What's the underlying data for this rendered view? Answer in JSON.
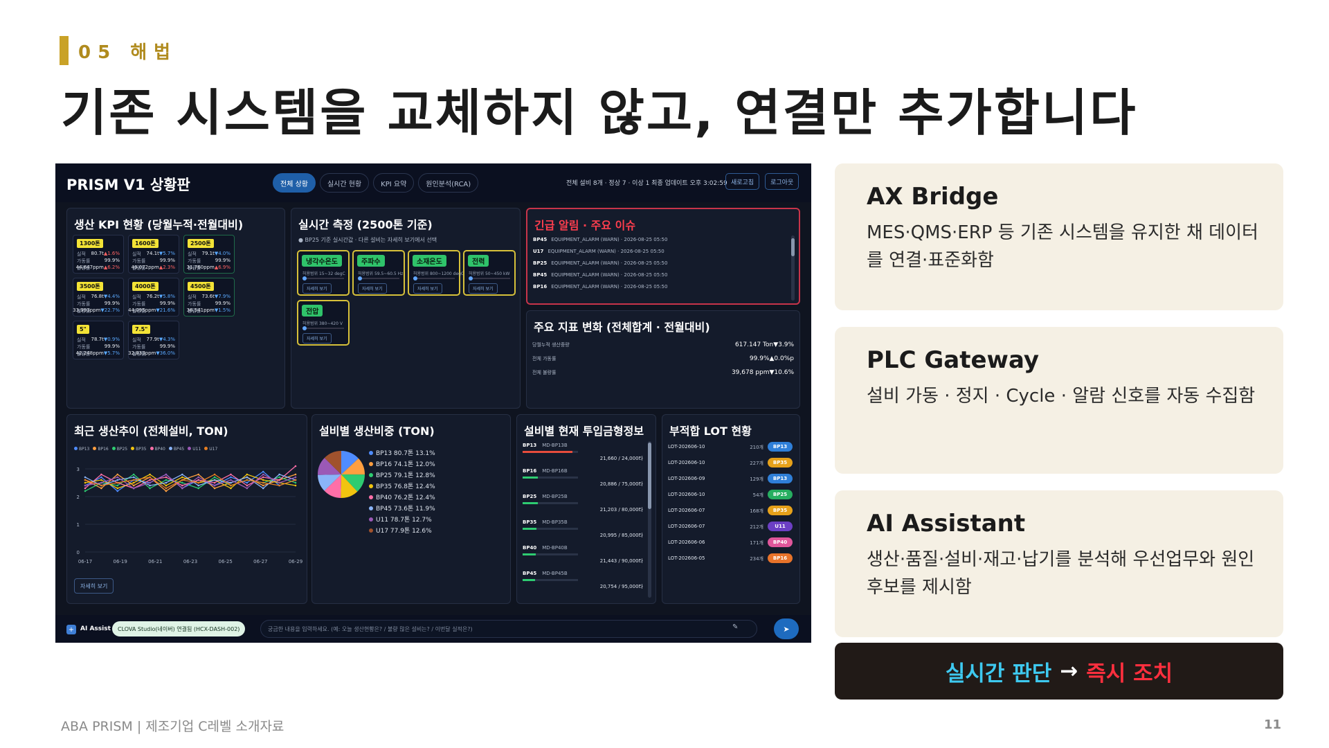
{
  "section": {
    "number": "05",
    "label": "해법",
    "text": "05 해법"
  },
  "page_title": "기존 시스템을 교체하지 않고, 연결만 추가합니다",
  "dashboard": {
    "title": "PRISM V1 상황판",
    "tabs": [
      "전체 상황",
      "실시간 현황",
      "KPI 요약",
      "원인분석(RCA)"
    ],
    "info": "전체 설비 8개 · 정상 7 · 이상 1   최종 업데이트 오후 3:02:59",
    "buttons": [
      "새로고침",
      "로그아웃"
    ],
    "kpi_panel": {
      "title": "생산 KPI 현황 (당월누적·전월대비)",
      "row_labels": [
        "실적",
        "가동률",
        "불량률"
      ],
      "cards": [
        {
          "tag": "1300톤",
          "v1": "80.7t",
          "d1": "▲1.6%",
          "v2": "99.9%",
          "v3": "44,647ppm",
          "d3": "▲6.2%"
        },
        {
          "tag": "1600톤",
          "v1": "74.1t",
          "d1": "▼5.7%",
          "v2": "99.9%",
          "v3": "49,072ppm",
          "d3": "▲2.3%"
        },
        {
          "tag": "2500톤",
          "v1": "79.1t",
          "d1": "▼4.0%",
          "v2": "99.9%",
          "v3": "31,760ppm",
          "d3": "▲6.9%"
        },
        {
          "tag": "3500톤",
          "v1": "76.8t",
          "d1": "▼4.4%",
          "v2": "99.9%",
          "v3": "33,993ppm",
          "d3": "▼22.7%"
        },
        {
          "tag": "4000톤",
          "v1": "76.2t",
          "d1": "▼5.8%",
          "v2": "99.9%",
          "v3": "44,095ppm",
          "d3": "▼21.6%"
        },
        {
          "tag": "4500톤",
          "v1": "73.6t",
          "d1": "▼7.9%",
          "v2": "99.9%",
          "v3": "38,541ppm",
          "d3": "▼1.5%"
        },
        {
          "tag": "5\"",
          "v1": "78.7t",
          "d1": "▼0.9%",
          "v2": "99.9%",
          "v3": "42,248ppm",
          "d3": "▼5.7%"
        },
        {
          "tag": "7.5\"",
          "v1": "77.9t",
          "d1": "▼4.3%",
          "v2": "99.9%",
          "v3": "32,833ppm",
          "d3": "▼36.0%"
        }
      ]
    },
    "realtime_panel": {
      "title": "실시간 측정 (2500톤 기준)",
      "subtitle": "● BP25 기준 실시간값 · 다른 설비는 자세히 보기에서 선택",
      "detail_label": "자세히 보기",
      "measures": [
        {
          "tag": "냉각수온도",
          "range": "허용범위 15~32 degC"
        },
        {
          "tag": "주파수",
          "range": "허용범위 59.5~60.5 Hz"
        },
        {
          "tag": "소재온도",
          "range": "허용범위 800~1200 degC"
        },
        {
          "tag": "전력",
          "range": "허용범위 50~450 kW"
        },
        {
          "tag": "전압",
          "range": "허용범위 380~420 V"
        }
      ]
    },
    "alert_panel": {
      "title": "긴급 알림 · 주요 이슈",
      "rows": [
        {
          "code": "BP45",
          "text": "EQUIPMENT_ALARM (WARN) · 2026-08-25 05:50"
        },
        {
          "code": "U17",
          "text": "EQUIPMENT_ALARM (WARN) · 2026-08-25 05:50"
        },
        {
          "code": "BP25",
          "text": "EQUIPMENT_ALARM (WARN) · 2026-08-25 05:50"
        },
        {
          "code": "BP45",
          "text": "EQUIPMENT_ALARM (WARN) · 2026-08-25 05:50"
        },
        {
          "code": "BP16",
          "text": "EQUIPMENT_ALARM (WARN) · 2026-08-25 05:50"
        }
      ]
    },
    "indicator_panel": {
      "title": "주요 지표 변화 (전체합계 · 전월대비)",
      "rows": [
        {
          "label": "당월누적 생산중량",
          "value": "617.147 Ton▼3.9%"
        },
        {
          "label": "전체 가동률",
          "value": "99.9%▲0.0%p"
        },
        {
          "label": "전체 불량률",
          "value": "39,678 ppm▼10.6%"
        }
      ]
    },
    "trend_panel": {
      "title": "최근 생산추이 (전체설비, TON)",
      "detail_label": "자세히 보기",
      "chart_data": {
        "type": "line",
        "x": [
          "06-17",
          "06-19",
          "06-21",
          "06-23",
          "06-25",
          "06-27",
          "06-29"
        ],
        "ylim": [
          0,
          3
        ],
        "yticks": [
          "0",
          "1",
          "2",
          "3"
        ],
        "series": [
          {
            "name": "BP13",
            "color": "#4f8cff",
            "values": [
              2.4,
              2.7,
              2.2,
              2.6,
              2.5,
              2.8,
              2.3,
              2.6,
              2.4,
              2.7,
              2.5,
              2.9,
              2.4,
              2.6
            ]
          },
          {
            "name": "BP16",
            "color": "#ff9f40",
            "values": [
              2.6,
              2.3,
              2.8,
              2.4,
              2.7,
              2.2,
              2.6,
              2.8,
              2.3,
              2.5,
              2.7,
              2.4,
              2.6,
              2.8
            ]
          },
          {
            "name": "BP25",
            "color": "#2ecc71",
            "values": [
              2.2,
              2.5,
              2.4,
              2.8,
              2.3,
              2.6,
              2.5,
              2.3,
              2.7,
              2.4,
              2.6,
              2.5,
              2.7,
              2.5
            ]
          },
          {
            "name": "BP35",
            "color": "#f1c40f",
            "values": [
              2.5,
              2.6,
              2.3,
              2.5,
              2.8,
              2.4,
              2.7,
              2.5,
              2.6,
              2.3,
              2.8,
              2.6,
              2.5,
              2.4
            ]
          },
          {
            "name": "BP40",
            "color": "#ff6fa8",
            "values": [
              2.3,
              2.8,
              2.5,
              2.3,
              2.6,
              2.7,
              2.4,
              2.6,
              2.5,
              2.8,
              2.4,
              2.7,
              2.6,
              3.1
            ]
          },
          {
            "name": "BP45",
            "color": "#8ab4f8",
            "values": [
              2.7,
              2.4,
              2.6,
              2.7,
              2.4,
              2.5,
              2.8,
              2.4,
              2.6,
              2.5,
              2.7,
              2.3,
              2.8,
              2.6
            ]
          },
          {
            "name": "U11",
            "color": "#9b59b6",
            "values": [
              2.4,
              2.5,
              2.7,
              2.3,
              2.5,
              2.8,
              2.3,
              2.7,
              2.4,
              2.6,
              2.3,
              2.8,
              2.5,
              2.7
            ]
          },
          {
            "name": "U17",
            "color": "#e67e22",
            "values": [
              2.6,
              2.4,
              2.5,
              2.6,
              2.7,
              2.3,
              2.6,
              2.5,
              2.8,
              2.4,
              2.6,
              2.5,
              2.4,
              2.6
            ]
          }
        ]
      }
    },
    "pie_panel": {
      "title": "설비별 생산비중 (TON)",
      "chart_data": {
        "type": "pie",
        "slices": [
          {
            "label": "BP13 80.7톤 13.1%",
            "value": 13.1,
            "color": "#4f8cff"
          },
          {
            "label": "BP16 74.1톤 12.0%",
            "value": 12.0,
            "color": "#ff9f40"
          },
          {
            "label": "BP25 79.1톤 12.8%",
            "value": 12.8,
            "color": "#2ecc71"
          },
          {
            "label": "BP35 76.8톤 12.4%",
            "value": 12.4,
            "color": "#f1c40f"
          },
          {
            "label": "BP40 76.2톤 12.4%",
            "value": 12.4,
            "color": "#ff6fa8"
          },
          {
            "label": "BP45 73.6톤 11.9%",
            "value": 11.9,
            "color": "#8ab4f8"
          },
          {
            "label": "U11 78.7톤 12.7%",
            "value": 12.7,
            "color": "#9b59b6"
          },
          {
            "label": "U17 77.9톤 12.6%",
            "value": 12.6,
            "color": "#a0522d"
          }
        ]
      }
    },
    "mold_panel": {
      "title": "설비별 현재 투입금형정보",
      "rows": [
        {
          "code": "BP13",
          "mold": "MD-BP13B",
          "value": "21,660 / 24,000타",
          "fraction": 0.9,
          "color": "#e74c3c"
        },
        {
          "code": "BP16",
          "mold": "MD-BP16B",
          "value": "20,886 / 75,000타",
          "fraction": 0.28,
          "color": "#2ecc71"
        },
        {
          "code": "BP25",
          "mold": "MD-BP25B",
          "value": "21,203 / 80,000타",
          "fraction": 0.27,
          "color": "#2ecc71"
        },
        {
          "code": "BP35",
          "mold": "MD-BP35B",
          "value": "20,995 / 85,000타",
          "fraction": 0.25,
          "color": "#2ecc71"
        },
        {
          "code": "BP40",
          "mold": "MD-BP40B",
          "value": "21,443 / 90,000타",
          "fraction": 0.24,
          "color": "#2ecc71"
        },
        {
          "code": "BP45",
          "mold": "MD-BP45B",
          "value": "20,754 / 95,000타",
          "fraction": 0.22,
          "color": "#2ecc71"
        }
      ]
    },
    "lot_panel": {
      "title": "부적합 LOT 현황",
      "rows": [
        {
          "lot": "LOT-202606-10",
          "qty": "210개",
          "eq": "BP13",
          "color": "#2f7fd8"
        },
        {
          "lot": "LOT-202606-10",
          "qty": "227개",
          "eq": "BP35",
          "color": "#e6a11a"
        },
        {
          "lot": "LOT-202606-09",
          "qty": "129개",
          "eq": "BP13",
          "color": "#2f7fd8"
        },
        {
          "lot": "LOT-202606-10",
          "qty": "54개",
          "eq": "BP25",
          "color": "#27ae60"
        },
        {
          "lot": "LOT-202606-07",
          "qty": "168개",
          "eq": "BP35",
          "color": "#e6a11a"
        },
        {
          "lot": "LOT-202606-07",
          "qty": "212개",
          "eq": "U11",
          "color": "#6c3fc4"
        },
        {
          "lot": "LOT-202606-06",
          "qty": "171개",
          "eq": "BP40",
          "color": "#e0569b"
        },
        {
          "lot": "LOT-202606-05",
          "qty": "234개",
          "eq": "BP16",
          "color": "#e8732a"
        }
      ]
    },
    "ai_bar": {
      "label": "AI Assist",
      "badge": "CLOVA Studio(네이버) 연결됨 (HCX-DASH-002)",
      "placeholder": "궁금한 내용을 입력하세요. (예: 오늘 생산현황은? / 불량 많은 설비는? / 이번달 실적은?)"
    }
  },
  "cards": [
    {
      "title": "AX Bridge",
      "desc": "MES·QMS·ERP 등 기존 시스템을 유지한 채 데이터를 연결·표준화함"
    },
    {
      "title": "PLC Gateway",
      "desc": "설비 가동 · 정지 · Cycle · 알람 신호를 자동 수집함"
    },
    {
      "title": "AI Assistant",
      "desc": "생산·품질·설비·재고·납기를 분석해 우선업무와 원인후보를 제시함"
    }
  ],
  "cta": {
    "part1": "실시간 판단",
    "arrow": "→",
    "part2": "즉시 조치"
  },
  "footer": "ABA PRISM  |  제조기업 C레벨 소개자료",
  "page_number": "11",
  "colors": {
    "accent_gold": "#C9A227",
    "dashboard_bg": "#0f1420",
    "card_bg": "#f5f0e4",
    "cta_bg": "#211a17"
  }
}
